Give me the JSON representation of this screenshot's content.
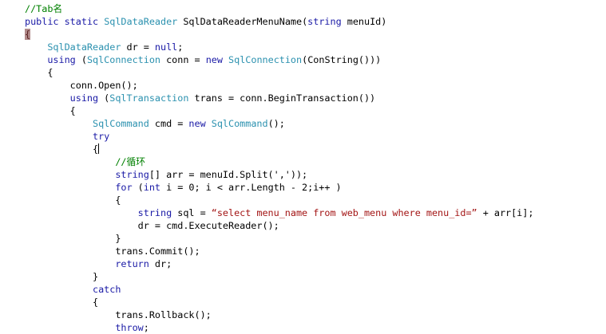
{
  "editor": {
    "language": "csharp",
    "caret_line": 11,
    "lines": [
      {
        "indent": 0,
        "tokens": [
          {
            "t": "cm",
            "v": "//Tab名"
          }
        ]
      },
      {
        "indent": 0,
        "tokens": [
          {
            "t": "kw",
            "v": "public"
          },
          {
            "t": "pl",
            "v": " "
          },
          {
            "t": "kw",
            "v": "static"
          },
          {
            "t": "pl",
            "v": " "
          },
          {
            "t": "ty",
            "v": "SqlDataReader"
          },
          {
            "t": "pl",
            "v": " SqlDataReaderMenuName("
          },
          {
            "t": "kw",
            "v": "string"
          },
          {
            "t": "pl",
            "v": " menuId)"
          }
        ]
      },
      {
        "indent": 0,
        "tokens": [
          {
            "t": "hl",
            "v": "{"
          }
        ]
      },
      {
        "indent": 4,
        "tokens": [
          {
            "t": "ty",
            "v": "SqlDataReader"
          },
          {
            "t": "pl",
            "v": " dr = "
          },
          {
            "t": "kw",
            "v": "null"
          },
          {
            "t": "pl",
            "v": ";"
          }
        ]
      },
      {
        "indent": 4,
        "tokens": [
          {
            "t": "kw",
            "v": "using"
          },
          {
            "t": "pl",
            "v": " ("
          },
          {
            "t": "ty",
            "v": "SqlConnection"
          },
          {
            "t": "pl",
            "v": " conn = "
          },
          {
            "t": "kw",
            "v": "new"
          },
          {
            "t": "pl",
            "v": " "
          },
          {
            "t": "ty",
            "v": "SqlConnection"
          },
          {
            "t": "pl",
            "v": "(ConString()))"
          }
        ]
      },
      {
        "indent": 4,
        "tokens": [
          {
            "t": "pl",
            "v": "{"
          }
        ]
      },
      {
        "indent": 8,
        "tokens": [
          {
            "t": "pl",
            "v": "conn.Open();"
          }
        ]
      },
      {
        "indent": 8,
        "tokens": [
          {
            "t": "kw",
            "v": "using"
          },
          {
            "t": "pl",
            "v": " ("
          },
          {
            "t": "ty",
            "v": "SqlTransaction"
          },
          {
            "t": "pl",
            "v": " trans = conn.BeginTransaction())"
          }
        ]
      },
      {
        "indent": 8,
        "tokens": [
          {
            "t": "pl",
            "v": "{"
          }
        ]
      },
      {
        "indent": 12,
        "tokens": [
          {
            "t": "ty",
            "v": "SqlCommand"
          },
          {
            "t": "pl",
            "v": " cmd = "
          },
          {
            "t": "kw",
            "v": "new"
          },
          {
            "t": "pl",
            "v": " "
          },
          {
            "t": "ty",
            "v": "SqlCommand"
          },
          {
            "t": "pl",
            "v": "();"
          }
        ]
      },
      {
        "indent": 12,
        "tokens": [
          {
            "t": "kw",
            "v": "try"
          }
        ]
      },
      {
        "indent": 12,
        "tokens": [
          {
            "t": "pl",
            "v": "{"
          },
          {
            "t": "caret",
            "v": ""
          }
        ]
      },
      {
        "indent": 16,
        "tokens": [
          {
            "t": "cm",
            "v": "//循环"
          }
        ]
      },
      {
        "indent": 16,
        "tokens": [
          {
            "t": "kw",
            "v": "string"
          },
          {
            "t": "pl",
            "v": "[] arr = menuId.Split(','));"
          }
        ]
      },
      {
        "indent": 16,
        "tokens": [
          {
            "t": "kw",
            "v": "for"
          },
          {
            "t": "pl",
            "v": " ("
          },
          {
            "t": "kw",
            "v": "int"
          },
          {
            "t": "pl",
            "v": " i = 0; i < arr.Length - 2;i++ )"
          }
        ]
      },
      {
        "indent": 16,
        "tokens": [
          {
            "t": "pl",
            "v": "{"
          }
        ]
      },
      {
        "indent": 20,
        "tokens": [
          {
            "t": "kw",
            "v": "string"
          },
          {
            "t": "pl",
            "v": " sql = "
          },
          {
            "t": "st",
            "v": "“select menu_name from web_menu where menu_id=”"
          },
          {
            "t": "pl",
            "v": " + arr[i];"
          }
        ]
      },
      {
        "indent": 20,
        "tokens": [
          {
            "t": "pl",
            "v": "dr = cmd.ExecuteReader();"
          }
        ]
      },
      {
        "indent": 16,
        "tokens": [
          {
            "t": "pl",
            "v": "}"
          }
        ]
      },
      {
        "indent": 16,
        "tokens": [
          {
            "t": "pl",
            "v": "trans.Commit();"
          }
        ]
      },
      {
        "indent": 16,
        "tokens": [
          {
            "t": "kw",
            "v": "return"
          },
          {
            "t": "pl",
            "v": " dr;"
          }
        ]
      },
      {
        "indent": 12,
        "tokens": [
          {
            "t": "pl",
            "v": "}"
          }
        ]
      },
      {
        "indent": 12,
        "tokens": [
          {
            "t": "kw",
            "v": "catch"
          }
        ]
      },
      {
        "indent": 12,
        "tokens": [
          {
            "t": "pl",
            "v": "{"
          }
        ]
      },
      {
        "indent": 16,
        "tokens": [
          {
            "t": "pl",
            "v": "trans.Rollback();"
          }
        ]
      },
      {
        "indent": 16,
        "tokens": [
          {
            "t": "kw",
            "v": "throw"
          },
          {
            "t": "pl",
            "v": ";"
          }
        ]
      }
    ]
  },
  "colors": {
    "background": "#ffffff",
    "keyword": "#1a1aa6",
    "type": "#2b91af",
    "comment": "#008000",
    "string": "#a31515",
    "plain": "#000000",
    "brace_highlight_bg": "#b08a8a"
  }
}
